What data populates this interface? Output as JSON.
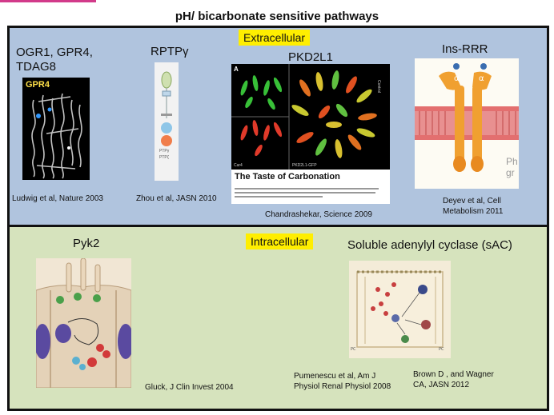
{
  "title": "pH/ bicarbonate sensitive pathways",
  "sections": {
    "extracellular": {
      "label": "Extracellular",
      "items": [
        {
          "heading": "OGR1, GPR4, TDAG8",
          "image_label": "GPR4",
          "citation": "Ludwig et al, Nature 2003"
        },
        {
          "heading": "RPTPγ",
          "citation": "Zhou et al, JASN 2010",
          "figure_labels": [
            "PTPγ",
            "PTPζ"
          ]
        },
        {
          "heading": "PKD2L1",
          "panel_letter": "A",
          "caption_title": "The Taste of Carbonation",
          "citation": "Chandrashekar, Science 2009",
          "side_labels": [
            "Control",
            "PKD2L1-GFP",
            "Car4"
          ]
        },
        {
          "heading": "Ins-RRR",
          "citation_line1": "Deyev et al, Cell",
          "citation_line2": "Metabolism 2011",
          "image_text": "Ph gr"
        }
      ]
    },
    "intracellular": {
      "label": "Intracellular",
      "items": [
        {
          "heading": "Pyk2",
          "citation": "Gluck, J Clin Invest 2004"
        },
        {
          "heading": "Soluble adenylyl cyclase (sAC)",
          "citation_a_line1": "Pumenescu et al, Am J",
          "citation_a_line2": "Physiol Renal Physiol 2008",
          "citation_b_line1": "Brown D , and Wagner",
          "citation_b_line2": "CA, JASN 2012"
        }
      ]
    }
  },
  "colors": {
    "extracellular_bg": "#b0c4de",
    "intracellular_bg": "#d6e3bd",
    "badge_bg": "#ffee00",
    "accent": "#d23a8a"
  }
}
